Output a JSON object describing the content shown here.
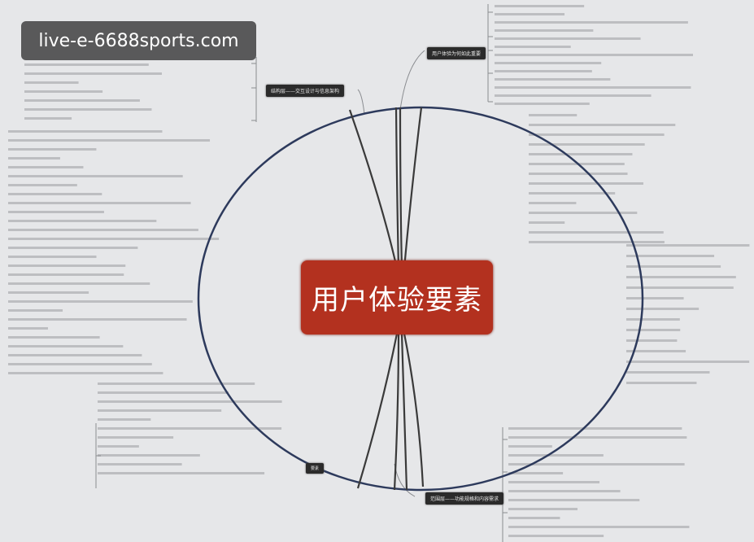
{
  "watermark": "live-e-6688sports.com",
  "center_title": "用户体验要素",
  "nodes": {
    "top_left": "结构层——交互设计与信息架构",
    "top_right": "用户体验为何如此重要",
    "bottom": "范围层——功能规格和内容需求",
    "bottom_left": "要素"
  },
  "colors": {
    "background": "#e6e7e9",
    "center": "#b3311f",
    "ellipse": "#2d3a5c",
    "node": "#2b2b2b"
  }
}
